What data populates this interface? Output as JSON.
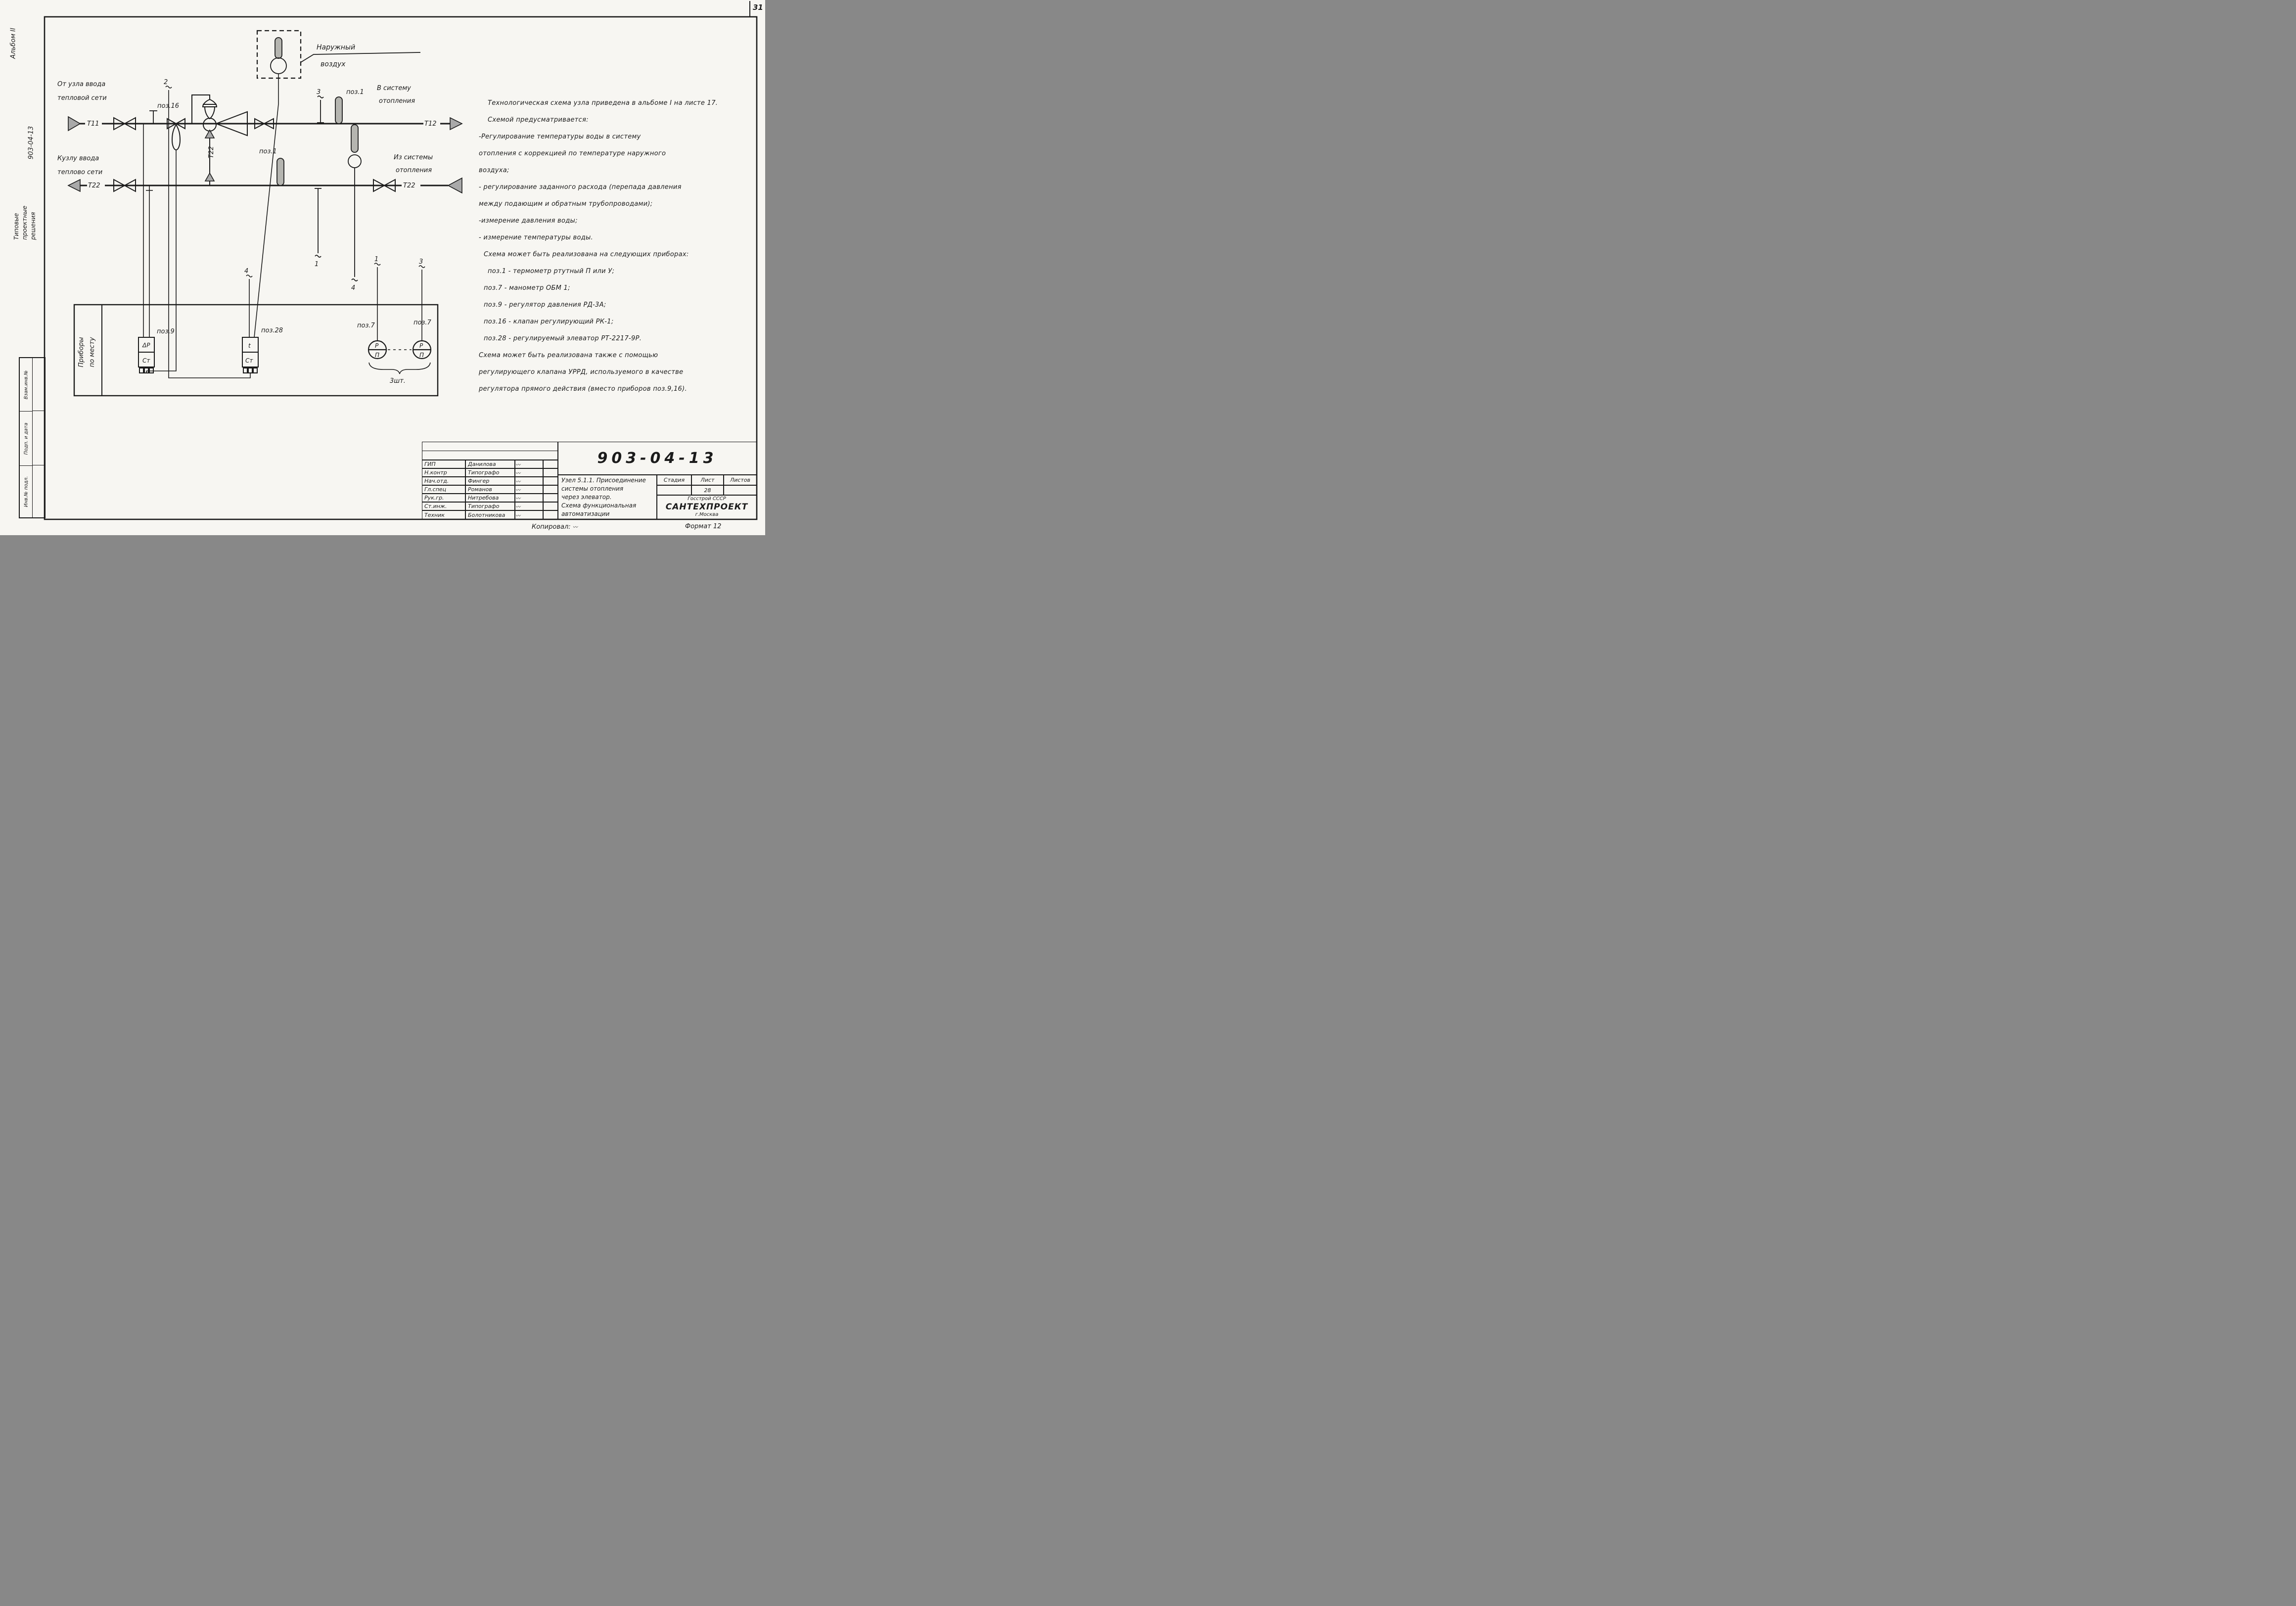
{
  "page": {
    "number": "31",
    "format_note": "Формат 12",
    "copied_label": "Копировал:",
    "signature_mark": "〰"
  },
  "margin": {
    "album": "Альбом II",
    "series_line1": "Типовые",
    "series_line2": "проектные",
    "series_line3": "решения",
    "series_number": "903-04-13",
    "stamp_cells": [
      "Взам.инв.№",
      "Подп. и дата",
      "Инв.№ подл."
    ]
  },
  "diagram": {
    "labels": {
      "t11": "Т11",
      "t12": "Т12",
      "t22_left": "Т22",
      "t22_right": "Т22",
      "t22_vert": "Т22",
      "pos16": "поз.16",
      "pos1_supply": "поз.1",
      "pos1_return": "поз.1",
      "pos9": "поз.9",
      "pos28": "поз.28",
      "pos7_a": "поз.7",
      "pos7_b": "поз.7",
      "from_input_1": "От узла ввода",
      "from_input_2": "тепловой сети",
      "to_input_1": "Кузлу ввода",
      "to_input_2": "теплово сети",
      "outdoor_1": "Наружный",
      "outdoor_2": "воздух",
      "to_system_1": "В систему",
      "to_system_2": "отопления",
      "from_system_1": "Из системы",
      "from_system_2": "отопления",
      "instruments_1": "Приборы",
      "instruments_2": "по месту",
      "qty": "3шт.",
      "cell_dp": "ΔР",
      "cell_st9": "Ст",
      "cell_t": "t",
      "cell_st28": "Ст",
      "gauge_top": "Р",
      "gauge_bot": "П",
      "w1": "1",
      "w2": "2",
      "w3": "3",
      "w4": "4",
      "w1b": "1",
      "w3b": "3",
      "w4b": "4"
    }
  },
  "notes": {
    "lines": [
      "Технологическая схема узла приведена в альбоме I на листе 17.",
      "Схемой предусматривается:",
      "-Регулирование температуры воды в систему",
      "отопления с коррекцией по температуре наружного",
      "воздуха;",
      "- регулирование заданного расхода (перепада давления",
      "между подающим и обратным трубопроводами);",
      "-измерение давления воды;",
      "- измерение температуры воды.",
      "Схема может быть реализована на следующих приборах:",
      "поз.1 - термометр ртутный П или У;",
      "поз.7 - манометр ОБМ 1;",
      "поз.9 - регулятор давления РД-3А;",
      "поз.16 - клапан регулирующий РК-1;",
      "поз.28 - регулируемый элеватор РТ-2217-9Р.",
      "Схема может быть реализована также с помощью",
      "регулирующего клапана УРРД, используемого в качестве",
      "регулятора прямого действия (вместо приборов поз.9,16)."
    ]
  },
  "titleblock": {
    "doc_number": "903-04-13",
    "rows": [
      {
        "role": "ГИП",
        "name": "Данилова"
      },
      {
        "role": "Н.контр",
        "name": "Типографо"
      },
      {
        "role": "Нач.отд.",
        "name": "Фингер"
      },
      {
        "role": "Гл.спец",
        "name": "Романов"
      },
      {
        "role": "Рук.гр.",
        "name": "Нитребова"
      },
      {
        "role": "Ст.инж.",
        "name": "Типографо"
      },
      {
        "role": "Техник",
        "name": "Болотникова"
      }
    ],
    "title_lines": [
      "Узел 5.1.1. Присоединение",
      "системы отопления",
      "через элеватор.",
      "Схема функциональная",
      "автоматизации"
    ],
    "stage_header": [
      "Стадия",
      "Лист",
      "Листов"
    ],
    "sheet_number": "28",
    "org_line1": "Госстрой СССР",
    "org_line2": "САНТЕХПРОЕКТ",
    "org_line3": "г.Москва"
  }
}
